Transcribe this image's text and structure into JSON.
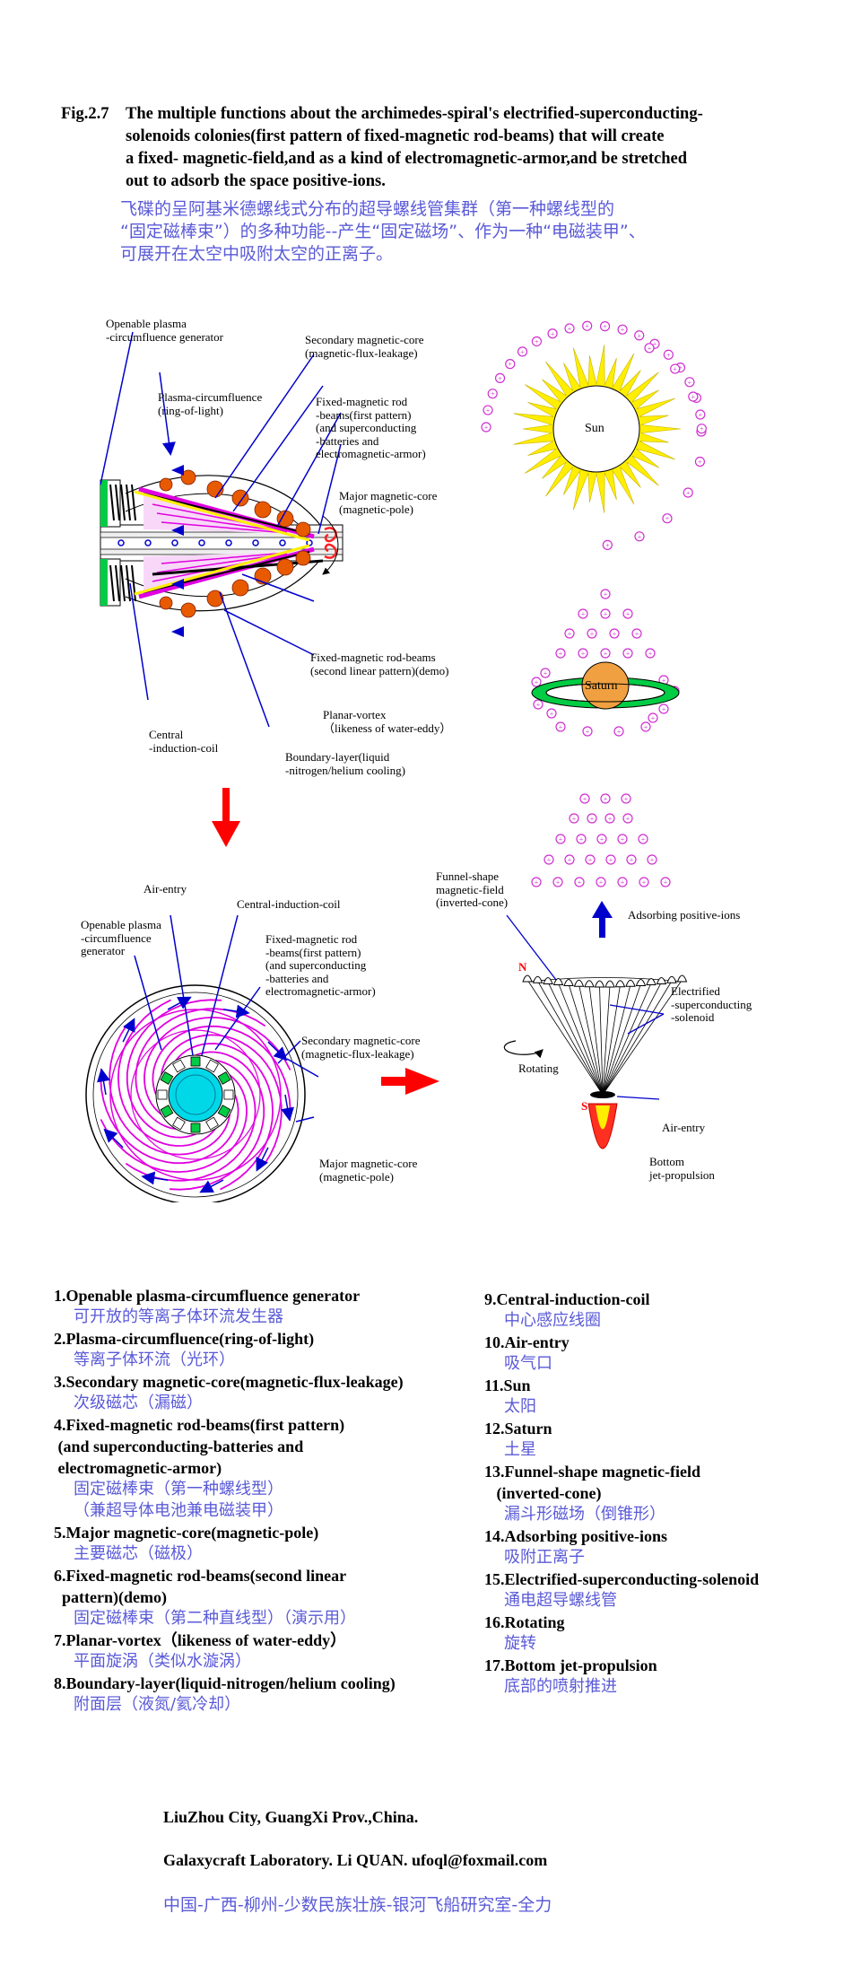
{
  "caption": {
    "fig_no": "Fig.2.7",
    "en_lines": [
      "The multiple functions about the archimedes-spiral's electrified-superconducting-",
      "solenoids colonies(first pattern of fixed-magnetic rod-beams) that will create",
      "a fixed- magnetic-field,and as a kind of electromagnetic-armor,and be stretched",
      "out to adsorb  the space positive-ions."
    ],
    "cn_lines": [
      "飞碟的呈阿基米德螺线式分布的超导螺线管集群（第一种螺线型的",
      "“固定磁棒束”）的多种功能--产生“固定磁场”、作为一种“电磁装甲”、",
      "可展开在太空中吸附太空的正离子。"
    ]
  },
  "side_view_labels": {
    "openable_generator": "Openable plasma\n-circumfluence generator",
    "secondary_core": "Secondary magnetic-core\n(magnetic-flux-leakage)",
    "plasma_ring": "Plasma-circumfluence\n(ring-of-light)",
    "fixed_rod_first": "Fixed-magnetic rod\n-beams(first pattern)\n(and superconducting\n-batteries and\nelectromagnetic-armor)",
    "major_core": "Major magnetic-core\n(magnetic-pole)",
    "fixed_rod_second": "Fixed-magnetic rod-beams\n(second linear pattern)(demo)",
    "planar_vortex": "Planar-vortex\n（likeness of water-eddy）",
    "central_coil": "Central\n-induction-coil",
    "boundary_layer": "Boundary-layer(liquid\n-nitrogen/helium cooling)"
  },
  "sun_label": "Sun",
  "saturn_label": "Saturn",
  "ion_symbol": "+",
  "top_view_labels": {
    "air_entry": "Air-entry",
    "central_coil": "Central-induction-coil",
    "openable_generator": "Openable plasma\n-circumfluence\ngenerator",
    "fixed_rod_first": "Fixed-magnetic rod\n-beams(first pattern)\n(and superconducting\n-batteries and\nelectromagnetic-armor)",
    "secondary_core": "Secondary magnetic-core\n(magnetic-flux-leakage)",
    "major_core": "Major magnetic-core\n(magnetic-pole)"
  },
  "funnel_labels": {
    "funnel_field": "Funnel-shape\nmagnetic-field\n(inverted-cone)",
    "adsorbing": "Adsorbing positive-ions",
    "north": "N",
    "south": "S",
    "solenoid": "Electrified\n-superconducting\n-solenoid",
    "rotating": "Rotating",
    "air_entry": "Air-entry",
    "jet": "Bottom\njet-propulsion"
  },
  "legend_left": [
    {
      "en": "1.Openable plasma-circumfluence generator",
      "cn": [
        "可开放的等离子体环流发生器"
      ]
    },
    {
      "en": "2.Plasma-circumfluence(ring-of-light)",
      "cn": [
        "等离子体环流（光环）"
      ]
    },
    {
      "en": "3.Secondary magnetic-core(magnetic-flux-leakage)",
      "cn": [
        "次级磁芯（漏磁）"
      ]
    },
    {
      "en": "4.Fixed-magnetic rod-beams(first pattern)\n (and superconducting-batteries and\n electromagnetic-armor)",
      "cn": [
        "固定磁棒束（第一种螺线型）",
        "（兼超导体电池兼电磁装甲）"
      ]
    },
    {
      "en": "5.Major magnetic-core(magnetic-pole)",
      "cn": [
        "主要磁芯（磁极）"
      ]
    },
    {
      "en": "6.Fixed-magnetic rod-beams(second linear\n  pattern)(demo)",
      "cn": [
        "固定磁棒束（第二种直线型）（演示用）"
      ]
    },
    {
      "en": "7.Planar-vortex（likeness of water-eddy）",
      "cn": [
        "平面旋涡（类似水漩涡）"
      ]
    },
    {
      "en": "8.Boundary-layer(liquid-nitrogen/helium cooling)",
      "cn": [
        "附面层（液氮/氦冷却）"
      ]
    }
  ],
  "legend_right": [
    {
      "en": "9.Central-induction-coil",
      "cn": "中心感应线圈"
    },
    {
      "en": "10.Air-entry",
      "cn": "吸气口"
    },
    {
      "en": "11.Sun",
      "cn": "太阳"
    },
    {
      "en": "12.Saturn",
      "cn": "土星"
    },
    {
      "en": "13.Funnel-shape magnetic-field\n   (inverted-cone)",
      "cn": "漏斗形磁场（倒锥形）"
    },
    {
      "en": "14.Adsorbing positive-ions",
      "cn": "吸附正离子"
    },
    {
      "en": "15.Electrified-superconducting-solenoid",
      "cn": "通电超导螺线管"
    },
    {
      "en": "16.Rotating",
      "cn": "旋转"
    },
    {
      "en": "17.Bottom jet-propulsion",
      "cn": "底部的喷射推进"
    }
  ],
  "footer": {
    "line1": "LiuZhou City, GuangXi Prov.,China.",
    "line2": "Galaxycraft  Laboratory.   Li  QUAN.   ufoql@foxmail.com",
    "line3": "中国-广西-柳州-少数民族壮族-银河飞船研究室-全力"
  },
  "colors": {
    "caption_cn": "#5a5ad8",
    "magenta": "#e000e0",
    "pink_ion": "#d030d0",
    "sun": "#ffee00",
    "orange_ball": "#e85a00",
    "arrow_red": "#ff0000",
    "arrow_blue": "#0000cc",
    "green": "#00cc44",
    "cyan": "#00d8e8"
  }
}
